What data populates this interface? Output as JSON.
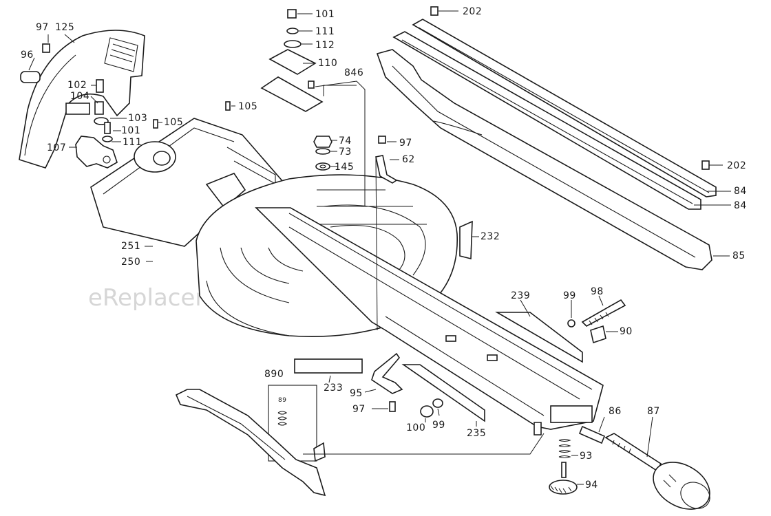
{
  "watermark": "eReplacementParts.com",
  "labels": {
    "p101a": "101",
    "p111a": "111",
    "p112": "112",
    "p110": "110",
    "p846": "846",
    "p202a": "202",
    "p202b": "202",
    "p97a": "97",
    "p125": "125",
    "p96": "96",
    "p102": "102",
    "p104": "104",
    "p103": "103",
    "p101b": "101",
    "p111b": "111",
    "p105a": "105",
    "p105b": "105",
    "p107": "107",
    "p74": "74",
    "p73": "73",
    "p145": "145",
    "p97b": "97",
    "p62": "62",
    "p84a": "84",
    "p84b": "84",
    "p85": "85",
    "p232": "232",
    "p251": "251",
    "p250": "250",
    "p239": "239",
    "p99a": "99",
    "p98": "98",
    "p90": "90",
    "p890": "890",
    "p89": "89",
    "p233": "233",
    "p95": "95",
    "p97c": "97",
    "p100": "100",
    "p99b": "99",
    "p235": "235",
    "p86": "86",
    "p87": "87",
    "p93": "93",
    "p94": "94"
  }
}
